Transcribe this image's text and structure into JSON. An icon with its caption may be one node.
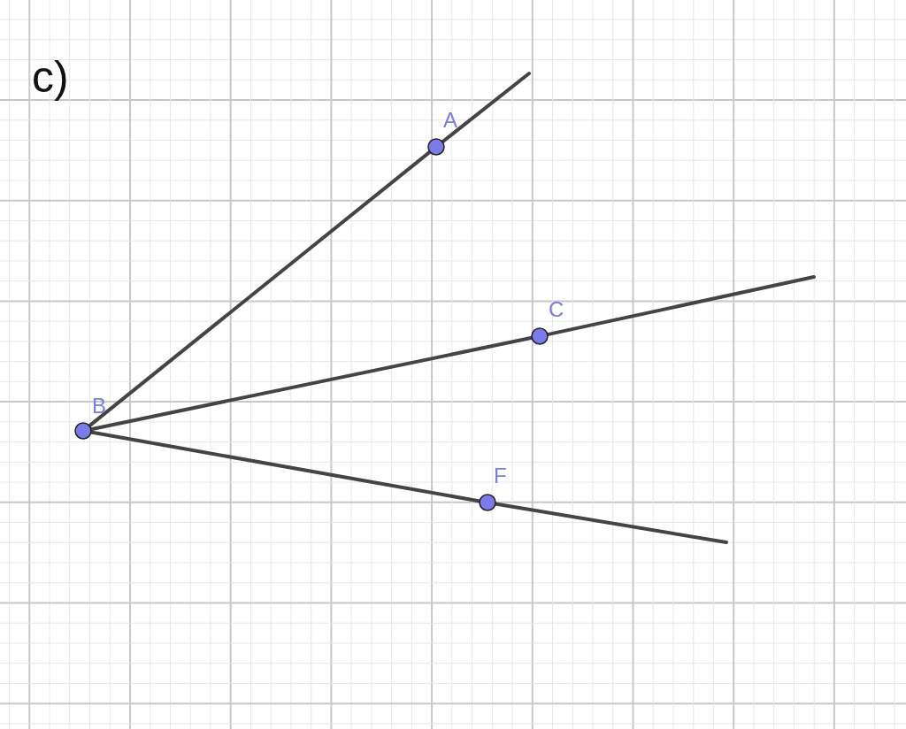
{
  "diagram": {
    "nodes": [
      {
        "text": [],
        "shape": "circle",
        "beside": [
          "A"
        ]
      },
      {
        "text": [],
        "shape": "circle",
        "beside": [
          "B"
        ]
      },
      {
        "text": [],
        "shape": "circle",
        "beside": [
          "C"
        ]
      },
      {
        "text": [],
        "shape": "circle",
        "beside": [
          "F"
        ]
      }
    ],
    "edges": [
      {
        "from": 1,
        "to": 0,
        "arrow": "none"
      },
      {
        "from": 1,
        "to": 2,
        "arrow": "none"
      },
      {
        "from": 1,
        "to": 3,
        "arrow": "none"
      }
    ],
    "labels": [
      "c)"
    ]
  }
}
